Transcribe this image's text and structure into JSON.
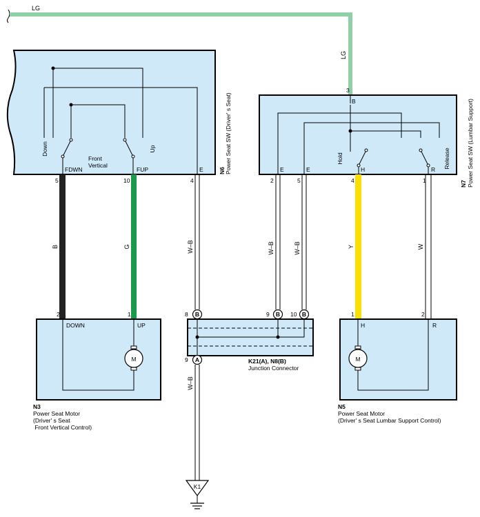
{
  "colors": {
    "component_fill": "#cfe9f8",
    "wire_LG": "#8fd0a6",
    "wire_G": "#1a9a4a",
    "wire_B": "#222222",
    "wire_Y": "#f8e000",
    "wire_W": "#ffffff"
  },
  "wires": {
    "lg_top": "LG",
    "lg_vertical": "LG",
    "n6_pin5": "B",
    "n6_pin10": "G",
    "n6_pin4": "W–B",
    "n7_pin2": "W–B",
    "n7_pin5": "W–B",
    "n7_pin4": "Y",
    "n7_pin1": "W",
    "jc_to_ground": "W–B"
  },
  "n6": {
    "code": "N6",
    "name": "Power Seat SW (Driver' s Seat)",
    "switch_down": "Down",
    "switch_up": "Up",
    "switch_center": [
      "Front",
      "Vertical"
    ],
    "terminals": [
      "FDWN",
      "FUP",
      "E"
    ],
    "pins": [
      "5",
      "10",
      "4"
    ]
  },
  "n7": {
    "code": "N7",
    "name": "Power Seat SW (Lumbar Support)",
    "top_terminal": "B",
    "top_pin": "3",
    "switch_hold": "Hold",
    "switch_release": "Release",
    "terminals": [
      "E",
      "E",
      "H",
      "R"
    ],
    "pins": [
      "2",
      "5",
      "4",
      "1"
    ]
  },
  "n3": {
    "code": "N3",
    "name_lines": [
      "Power Seat Motor",
      "(Driver' s Seat",
      " Front Vertical Control)"
    ],
    "terminals": [
      "DOWN",
      "UP"
    ],
    "pins": [
      "2",
      "1"
    ],
    "motor": "M"
  },
  "n5": {
    "code": "N5",
    "name_lines": [
      "Power Seat Motor",
      "(Driver' s Seat Lumbar Support Control)"
    ],
    "terminals": [
      "H",
      "R"
    ],
    "pins": [
      "1",
      "2"
    ],
    "motor": "M"
  },
  "junction": {
    "code": "K21(A), N8(B)",
    "name": "Junction Connector",
    "top_pins": [
      "8",
      "9",
      "10"
    ],
    "top_letters": [
      "B",
      "B",
      "B"
    ],
    "bottom_pin": "9",
    "bottom_letter": "A"
  },
  "ground": {
    "code": "K1"
  }
}
